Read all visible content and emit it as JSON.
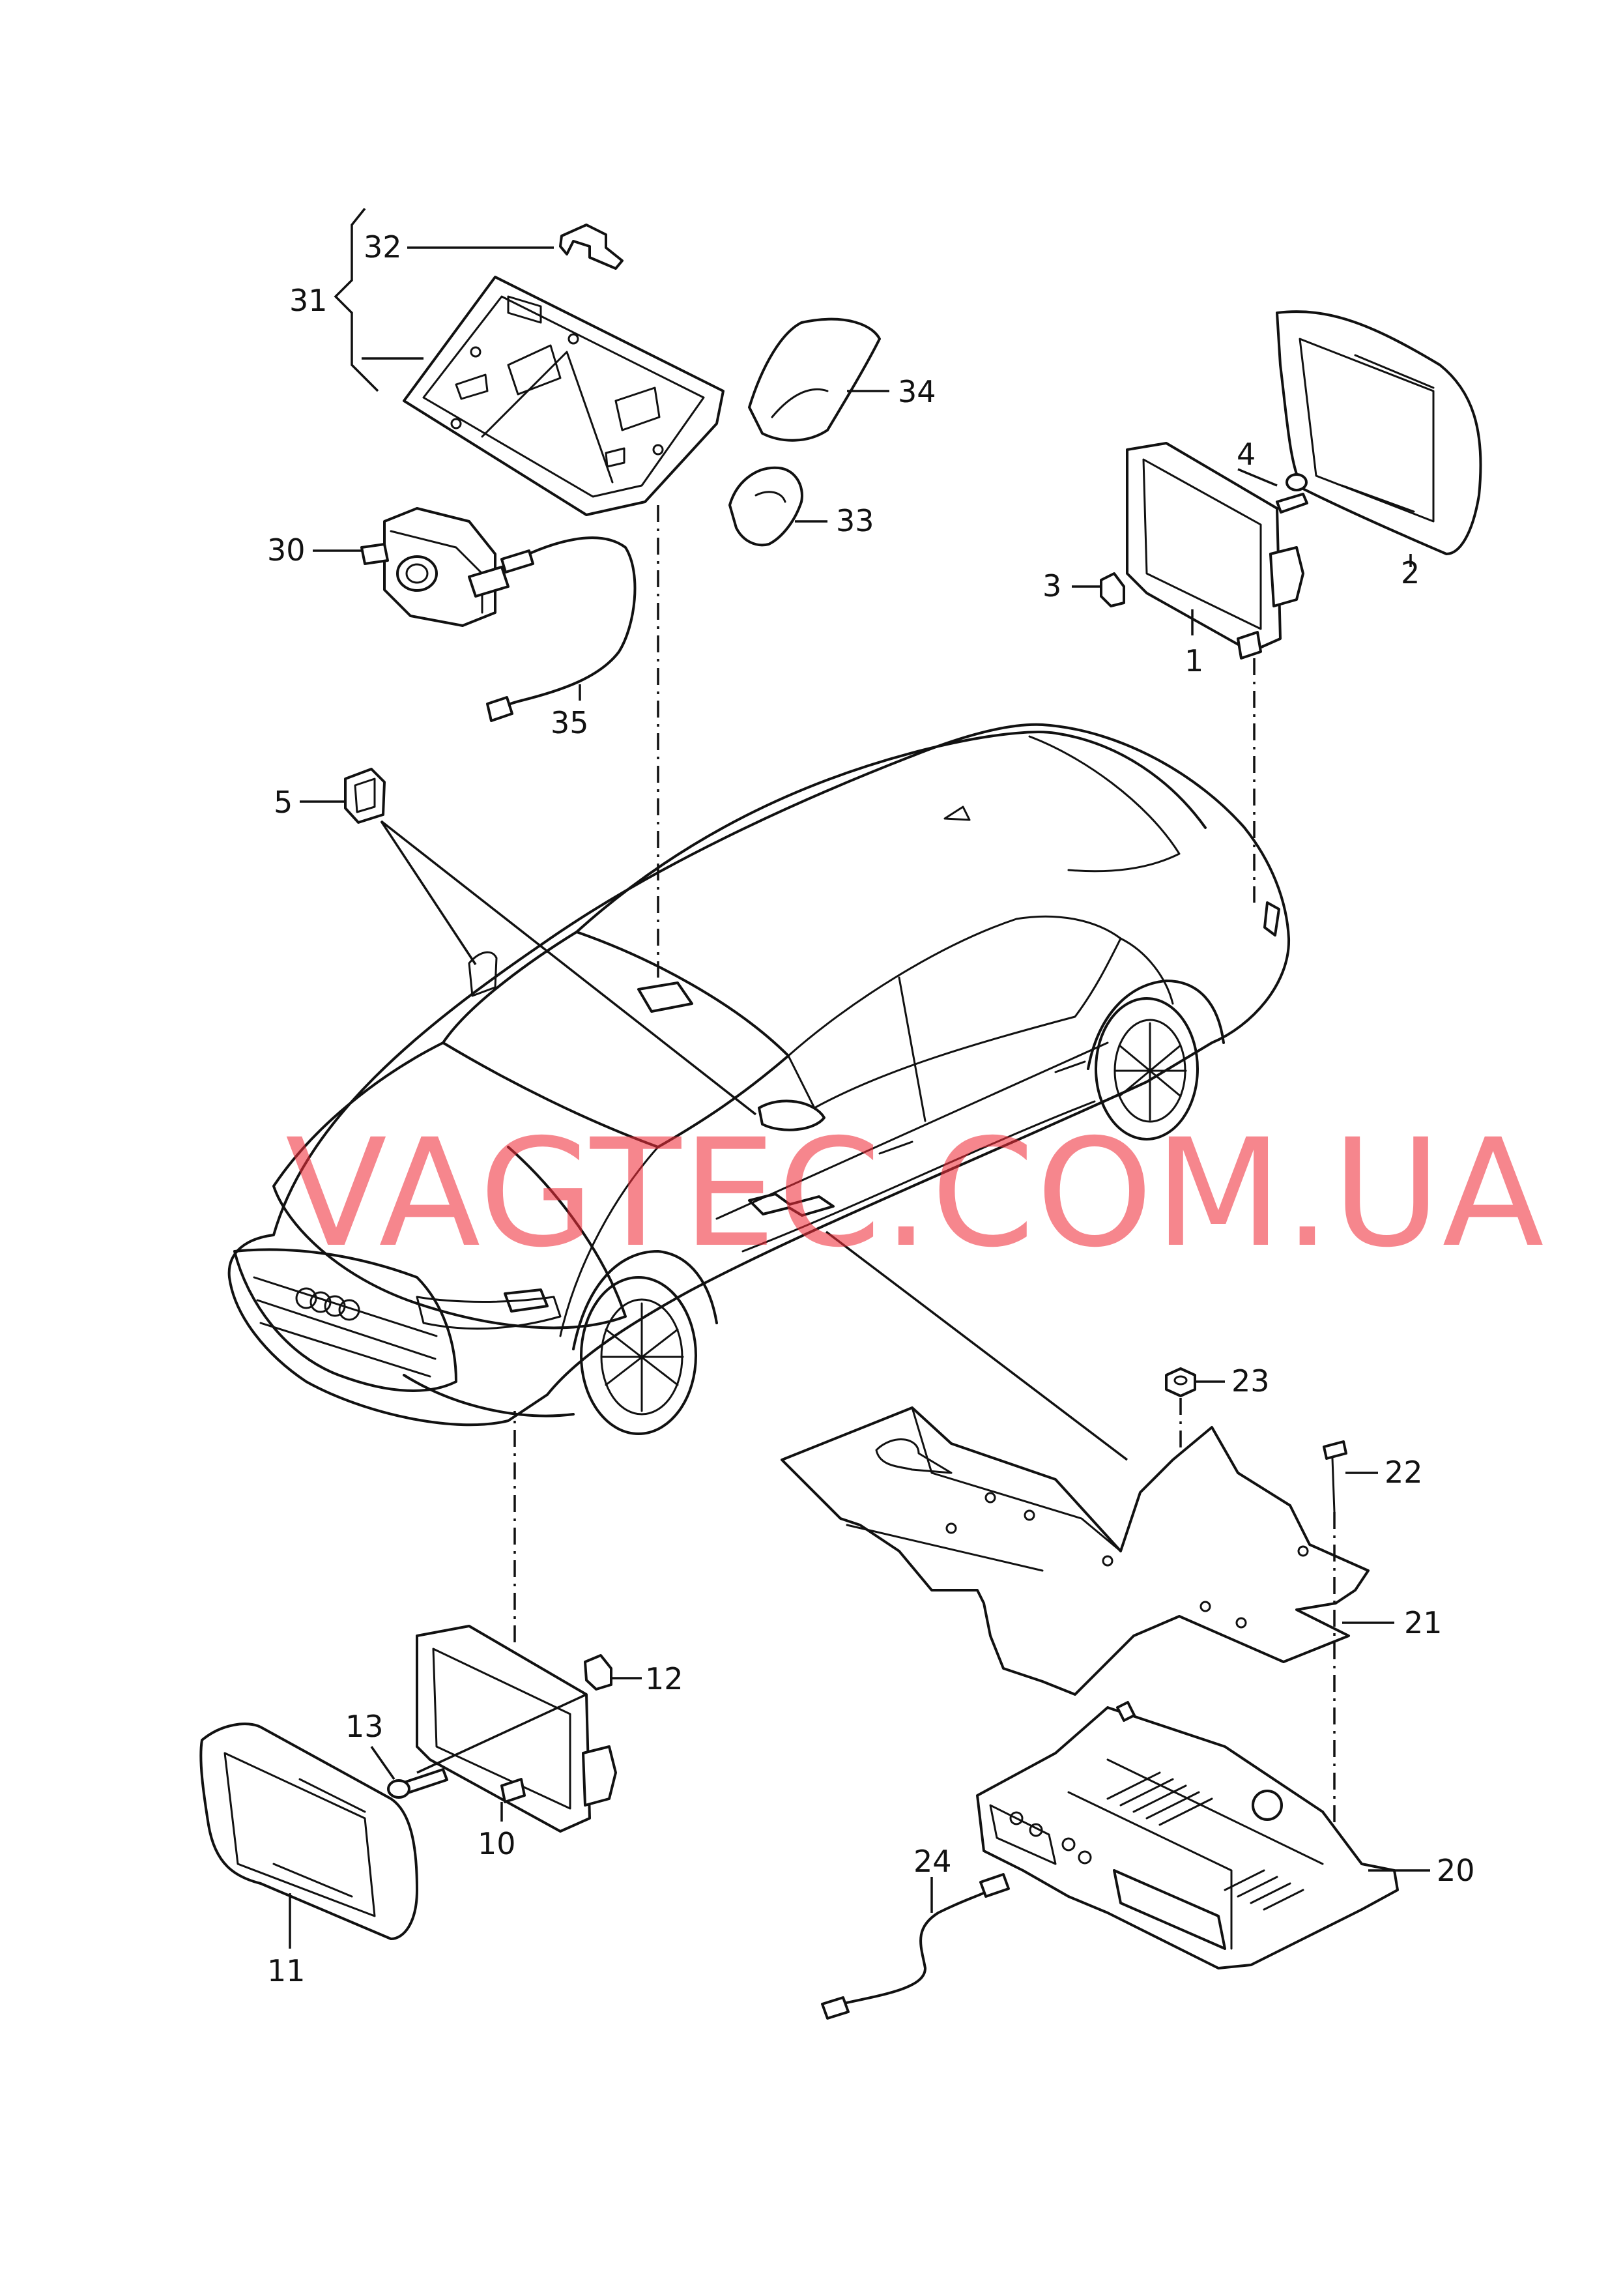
{
  "watermark": "VAGTEC.COM.UA",
  "callouts": {
    "c1": "1",
    "c2": "2",
    "c3": "3",
    "c4": "4",
    "c5": "5",
    "c10": "10",
    "c11": "11",
    "c12": "12",
    "c13": "13",
    "c20": "20",
    "c21": "21",
    "c22": "22",
    "c23": "23",
    "c24": "24",
    "c30": "30",
    "c31": "31",
    "c32": "32",
    "c33": "33",
    "c34": "34",
    "c35": "35"
  },
  "colors": {
    "line": "#111111",
    "watermark": "#ef2f3b",
    "background": "#ffffff"
  }
}
